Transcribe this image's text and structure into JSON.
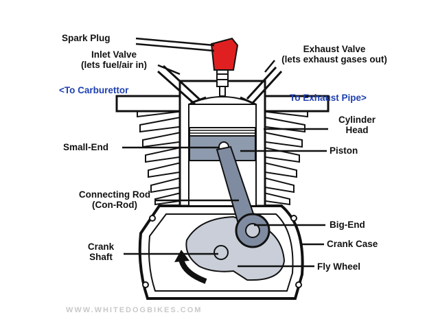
{
  "labels": {
    "spark_plug": "Spark Plug",
    "inlet_valve_line1": "Inlet Valve",
    "inlet_valve_line2": "(lets fuel/air in)",
    "exhaust_valve_line1": "Exhaust Valve",
    "exhaust_valve_line2": "(lets exhaust gases out)",
    "to_carburettor": "<To Carburettor",
    "to_exhaust_pipe": "To Exhaust Pipe>",
    "cylinder_head_line1": "Cylinder",
    "cylinder_head_line2": "Head",
    "small_end": "Small-End",
    "piston": "Piston",
    "connecting_rod_line1": "Connecting Rod",
    "connecting_rod_line2": "(Con-Rod)",
    "big_end": "Big-End",
    "crank_shaft_line1": "Crank",
    "crank_shaft_line2": "Shaft",
    "crank_case": "Crank Case",
    "fly_wheel": "Fly Wheel"
  },
  "watermark": "WWW.WHITEDOGBIKES.COM",
  "colors": {
    "spark_plug": "#e02020",
    "piston": "#8e9aad",
    "connecting_rod": "#7f8ba0",
    "flywheel": "#c9ced8",
    "outline": "#111111",
    "direction_labels": "#1d3fb0"
  }
}
